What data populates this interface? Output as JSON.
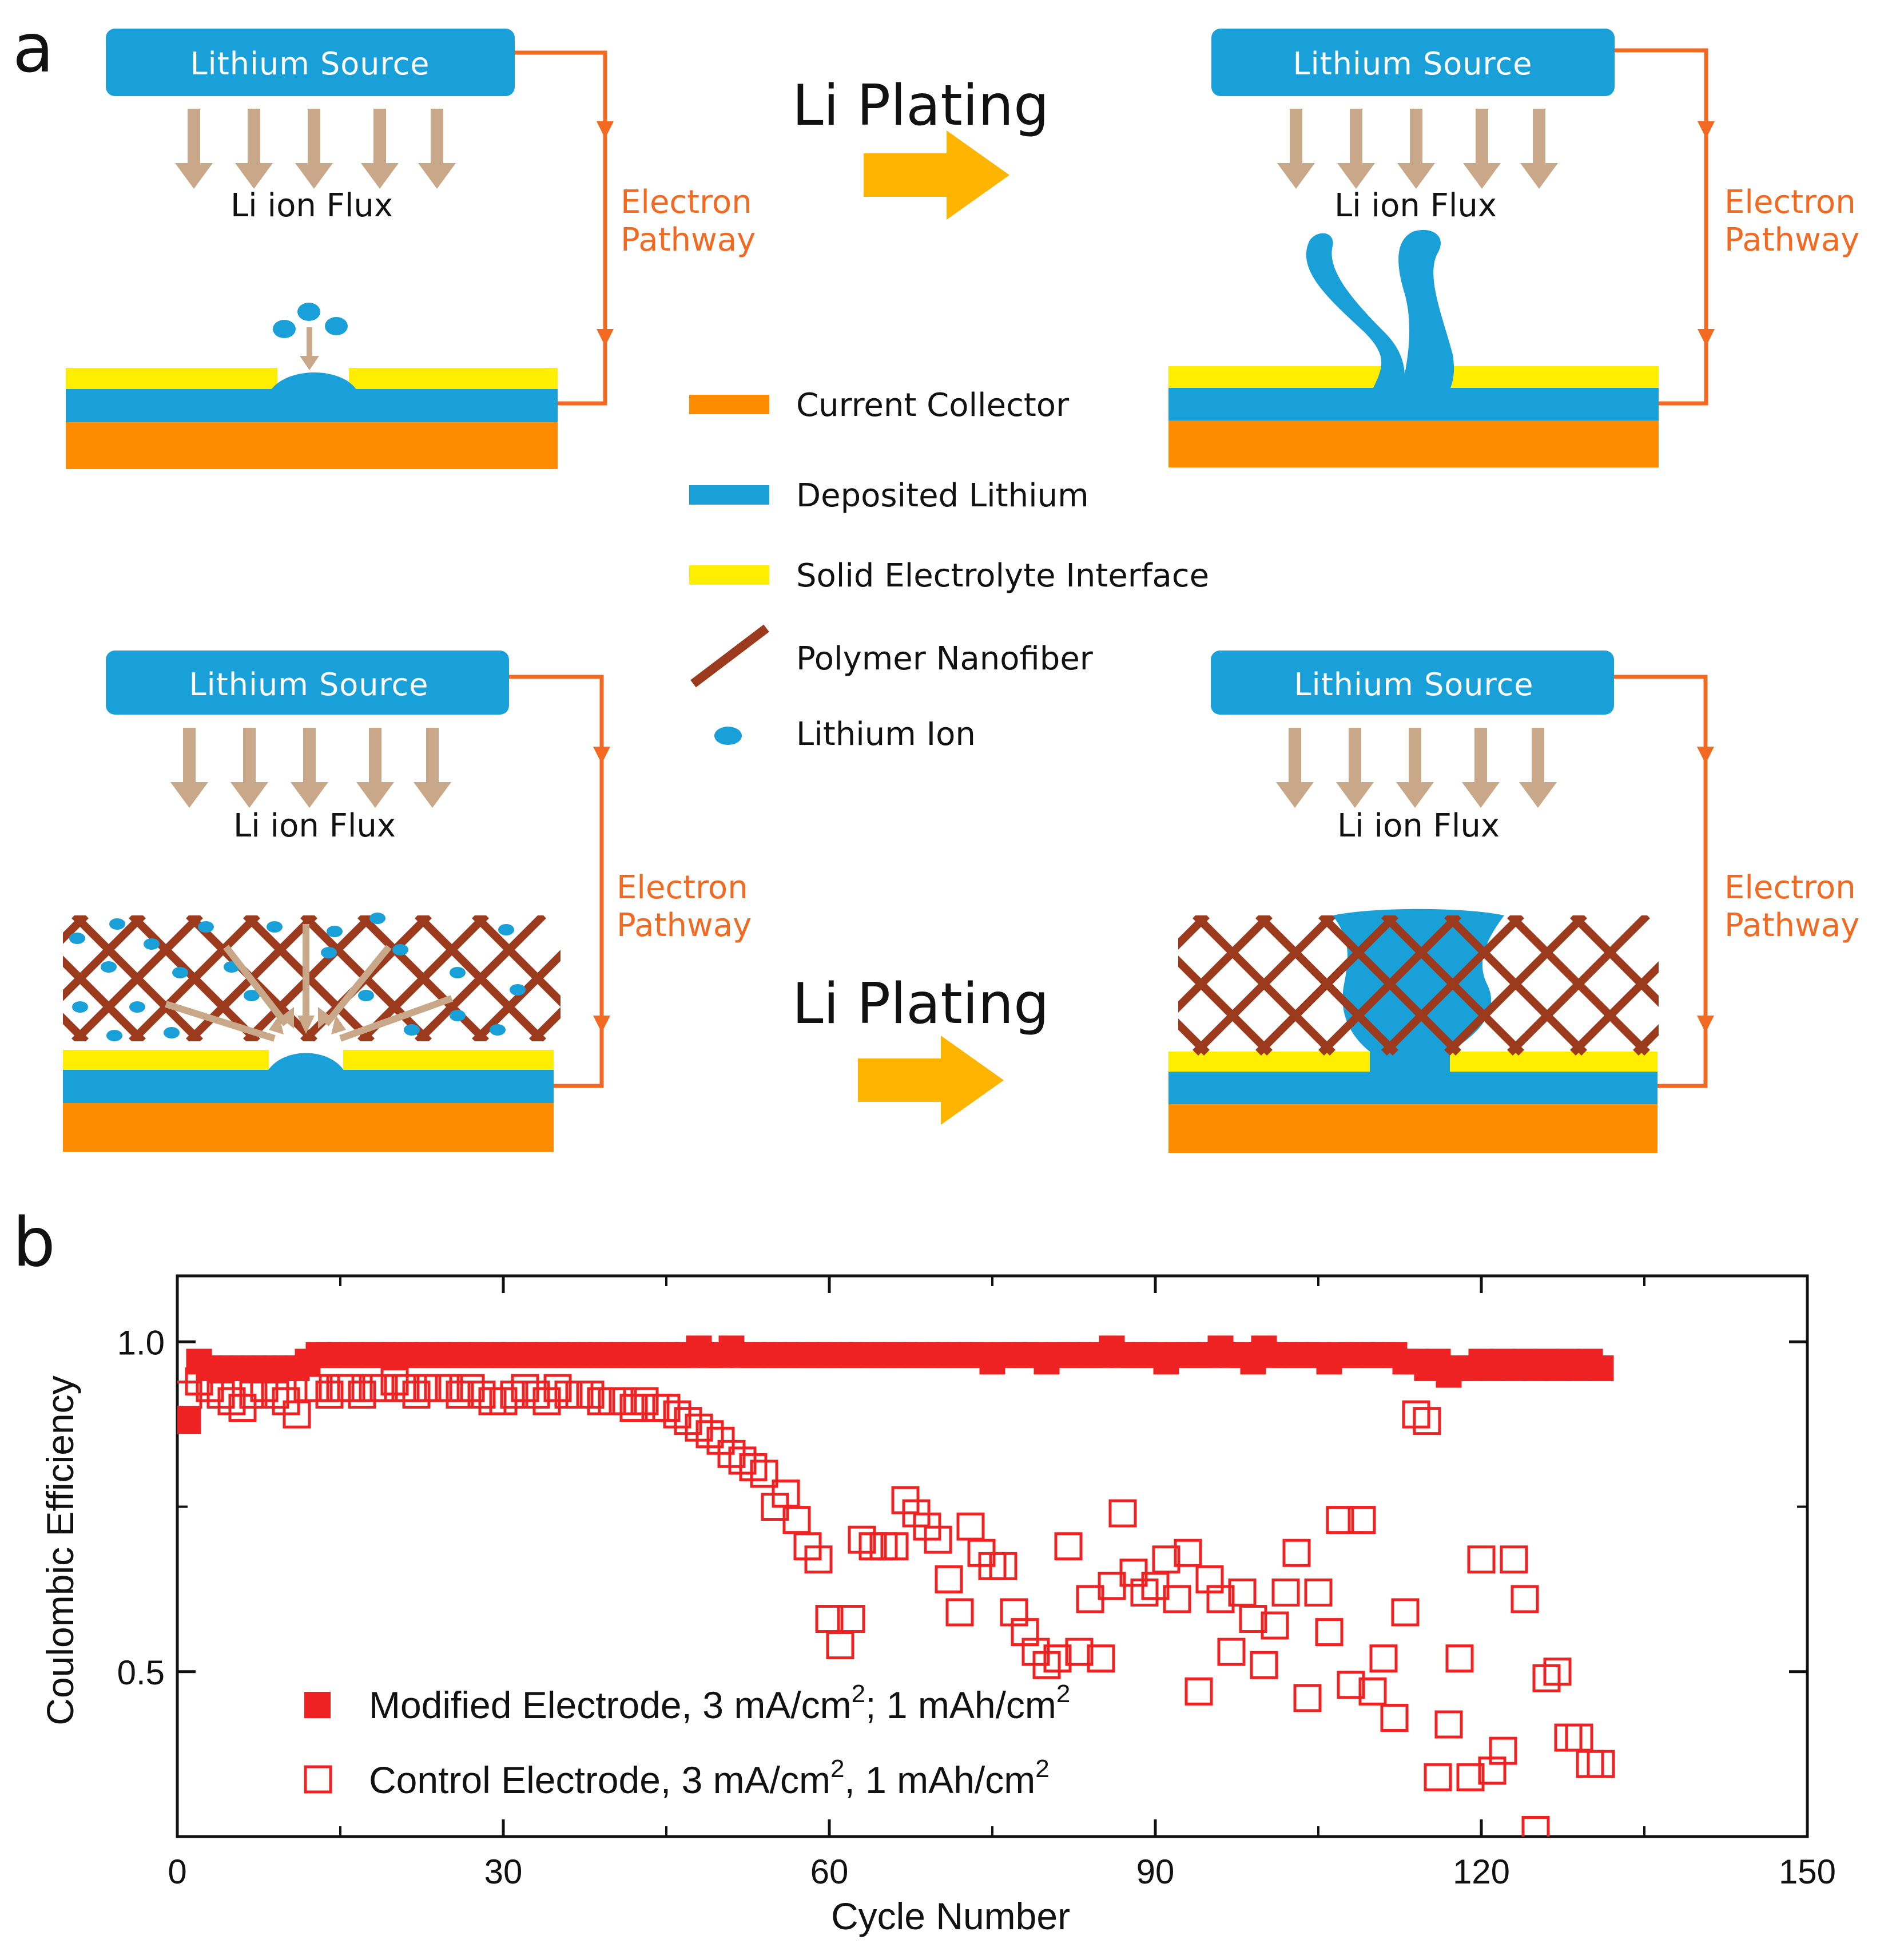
{
  "panel_a": {
    "label": "a",
    "lithium_source": "Lithium Source",
    "li_ion_flux": "Li ion Flux",
    "electron_pathway_line1": "Electron",
    "electron_pathway_line2": "Pathway",
    "li_plating": "Li Plating",
    "legend": [
      {
        "label": "Current Collector",
        "color": "#ff8c00",
        "icon": "swatch"
      },
      {
        "label": "Deposited Lithium",
        "color": "#1aa0d8",
        "icon": "swatch"
      },
      {
        "label": "Solid Electrolyte Interface",
        "color": "#ffee00",
        "icon": "swatch"
      },
      {
        "label": "Polymer Nanofiber",
        "color": "#9b3a1c",
        "icon": "slash"
      },
      {
        "label": "Lithium Ion",
        "color": "#1aa0d8",
        "icon": "dot"
      }
    ],
    "colors": {
      "source_box": "#1aa0d8",
      "flux_arrow": "#c8a888",
      "electron_path": "#f26a21",
      "plating_arrow": "#ffb400",
      "collector": "#ff8c00",
      "lithium": "#1aa0d8",
      "sei": "#ffee00",
      "nanofiber": "#9b3a1c"
    }
  },
  "panel_b": {
    "label": "b"
  },
  "chart_data": {
    "type": "scatter",
    "title": "",
    "xlabel": "Cycle Number",
    "ylabel": "Coulombic Efficiency",
    "xlim": [
      0,
      150
    ],
    "ylim": [
      0.25,
      1.1
    ],
    "xticks": [
      0,
      30,
      60,
      90,
      120,
      150
    ],
    "yticks": [
      0.5,
      1.0
    ],
    "ytick_labels": [
      "0.5",
      "1.0"
    ],
    "grid": false,
    "legend_position": "bottom-left",
    "series": [
      {
        "name": "Modified Electrode, 3 mA/cm2, 1 mAh/cm2",
        "marker": "filled-square",
        "color": "#ee2222",
        "x": [
          1,
          2,
          3,
          4,
          5,
          6,
          7,
          8,
          9,
          10,
          11,
          12,
          13,
          14,
          15,
          16,
          17,
          18,
          19,
          20,
          21,
          22,
          23,
          24,
          25,
          26,
          27,
          28,
          29,
          30,
          31,
          32,
          33,
          34,
          35,
          36,
          37,
          38,
          39,
          40,
          41,
          42,
          43,
          44,
          45,
          46,
          47,
          48,
          49,
          50,
          51,
          52,
          53,
          54,
          55,
          56,
          57,
          58,
          59,
          60,
          61,
          62,
          63,
          64,
          65,
          66,
          67,
          68,
          69,
          70,
          71,
          72,
          73,
          74,
          75,
          76,
          77,
          78,
          79,
          80,
          81,
          82,
          83,
          84,
          85,
          86,
          87,
          88,
          89,
          90,
          91,
          92,
          93,
          94,
          95,
          96,
          97,
          98,
          99,
          100,
          101,
          102,
          103,
          104,
          105,
          106,
          107,
          108,
          109,
          110,
          111,
          112,
          113,
          114,
          115,
          116,
          117,
          118,
          119,
          120,
          121,
          122,
          123,
          124,
          125,
          126,
          127,
          128,
          129,
          130,
          131
        ],
        "y": [
          0.88,
          0.97,
          0.96,
          0.96,
          0.96,
          0.96,
          0.96,
          0.96,
          0.96,
          0.96,
          0.96,
          0.97,
          0.98,
          0.98,
          0.98,
          0.98,
          0.98,
          0.98,
          0.98,
          0.98,
          0.98,
          0.98,
          0.98,
          0.98,
          0.98,
          0.98,
          0.98,
          0.98,
          0.98,
          0.98,
          0.98,
          0.98,
          0.98,
          0.98,
          0.98,
          0.98,
          0.98,
          0.98,
          0.98,
          0.98,
          0.98,
          0.98,
          0.98,
          0.98,
          0.98,
          0.98,
          0.98,
          0.99,
          0.98,
          0.98,
          0.99,
          0.98,
          0.98,
          0.98,
          0.98,
          0.98,
          0.98,
          0.98,
          0.98,
          0.98,
          0.98,
          0.98,
          0.98,
          0.98,
          0.98,
          0.98,
          0.98,
          0.98,
          0.98,
          0.98,
          0.98,
          0.98,
          0.98,
          0.98,
          0.97,
          0.98,
          0.98,
          0.98,
          0.98,
          0.97,
          0.98,
          0.98,
          0.98,
          0.98,
          0.98,
          0.99,
          0.98,
          0.98,
          0.98,
          0.98,
          0.97,
          0.98,
          0.98,
          0.98,
          0.98,
          0.99,
          0.98,
          0.98,
          0.97,
          0.99,
          0.98,
          0.98,
          0.98,
          0.98,
          0.98,
          0.97,
          0.98,
          0.98,
          0.98,
          0.98,
          0.98,
          0.98,
          0.97,
          0.97,
          0.96,
          0.97,
          0.95,
          0.96,
          0.96,
          0.97,
          0.96,
          0.97,
          0.96,
          0.97,
          0.96,
          0.97,
          0.96,
          0.97,
          0.96,
          0.97,
          0.96
        ]
      },
      {
        "name": "Control Electrode, 3 mA/cm2, 1 mAh/cm2",
        "marker": "open-square",
        "color": "#ee2222",
        "x": [
          1,
          2,
          3,
          4,
          5,
          6,
          7,
          8,
          9,
          10,
          11,
          12,
          13,
          14,
          15,
          16,
          17,
          18,
          19,
          20,
          21,
          22,
          23,
          24,
          25,
          26,
          27,
          28,
          29,
          30,
          31,
          32,
          33,
          34,
          35,
          36,
          37,
          38,
          39,
          40,
          41,
          42,
          43,
          44,
          45,
          46,
          47,
          48,
          49,
          50,
          51,
          52,
          53,
          54,
          55,
          56,
          57,
          58,
          59,
          60,
          61,
          62,
          63,
          64,
          65,
          66,
          67,
          68,
          69,
          70,
          71,
          72,
          73,
          74,
          75,
          76,
          77,
          78,
          79,
          80,
          81,
          82,
          83,
          84,
          85,
          86,
          87,
          88,
          89,
          90,
          91,
          92,
          93,
          94,
          95,
          96,
          97,
          98,
          99,
          100,
          101,
          102,
          103,
          104,
          105,
          106,
          107,
          108,
          109,
          110,
          111,
          112,
          113,
          114,
          115,
          116,
          117,
          118,
          119,
          120,
          121,
          122,
          123,
          124,
          125,
          126,
          127,
          128,
          129,
          130,
          131
        ],
        "y": [
          0.92,
          0.94,
          0.93,
          0.92,
          0.91,
          0.9,
          0.92,
          0.93,
          0.92,
          0.91,
          0.89,
          0.93,
          0.93,
          0.92,
          0.93,
          0.93,
          0.92,
          0.93,
          0.93,
          0.94,
          0.93,
          0.92,
          0.93,
          0.93,
          0.93,
          0.92,
          0.93,
          0.92,
          0.91,
          0.91,
          0.92,
          0.93,
          0.92,
          0.91,
          0.93,
          0.92,
          0.92,
          0.92,
          0.91,
          0.91,
          0.91,
          0.9,
          0.91,
          0.9,
          0.9,
          0.89,
          0.88,
          0.87,
          0.86,
          0.85,
          0.83,
          0.82,
          0.81,
          0.8,
          0.75,
          0.77,
          0.73,
          0.69,
          0.67,
          0.58,
          0.54,
          0.58,
          0.7,
          0.69,
          0.69,
          0.69,
          0.76,
          0.74,
          0.72,
          0.7,
          0.64,
          0.59,
          0.72,
          0.68,
          0.66,
          0.66,
          0.59,
          0.56,
          0.53,
          0.51,
          0.52,
          0.69,
          0.53,
          0.61,
          0.52,
          0.63,
          0.74,
          0.65,
          0.62,
          0.63,
          0.67,
          0.61,
          0.68,
          0.47,
          0.64,
          0.61,
          0.53,
          0.62,
          0.58,
          0.51,
          0.57,
          0.62,
          0.68,
          0.46,
          0.62,
          0.56,
          0.73,
          0.48,
          0.73,
          0.47,
          0.52,
          0.43,
          0.59,
          0.89,
          0.88,
          0.34,
          0.42,
          0.52,
          0.34,
          0.67,
          0.35,
          0.38,
          0.67,
          0.61,
          0.26,
          0.49,
          0.5,
          0.4,
          0.4,
          0.36,
          0.36
        ]
      }
    ]
  }
}
